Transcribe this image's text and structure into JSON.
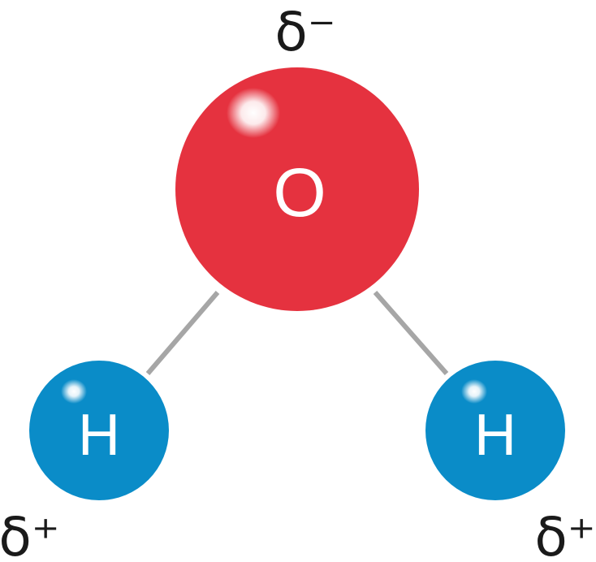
{
  "colors": {
    "oxygen": "#e5323f",
    "hydrogen": "#0a8cc8",
    "bond": "#a6a6a6",
    "charge_text": "#1a1a1a",
    "atom_text": "#ffffff"
  },
  "oxygen": {
    "symbol": "O",
    "charge": "δ⁻"
  },
  "hydrogen_left": {
    "symbol": "H",
    "charge": "δ⁺"
  },
  "hydrogen_right": {
    "symbol": "H",
    "charge": "δ⁺"
  }
}
